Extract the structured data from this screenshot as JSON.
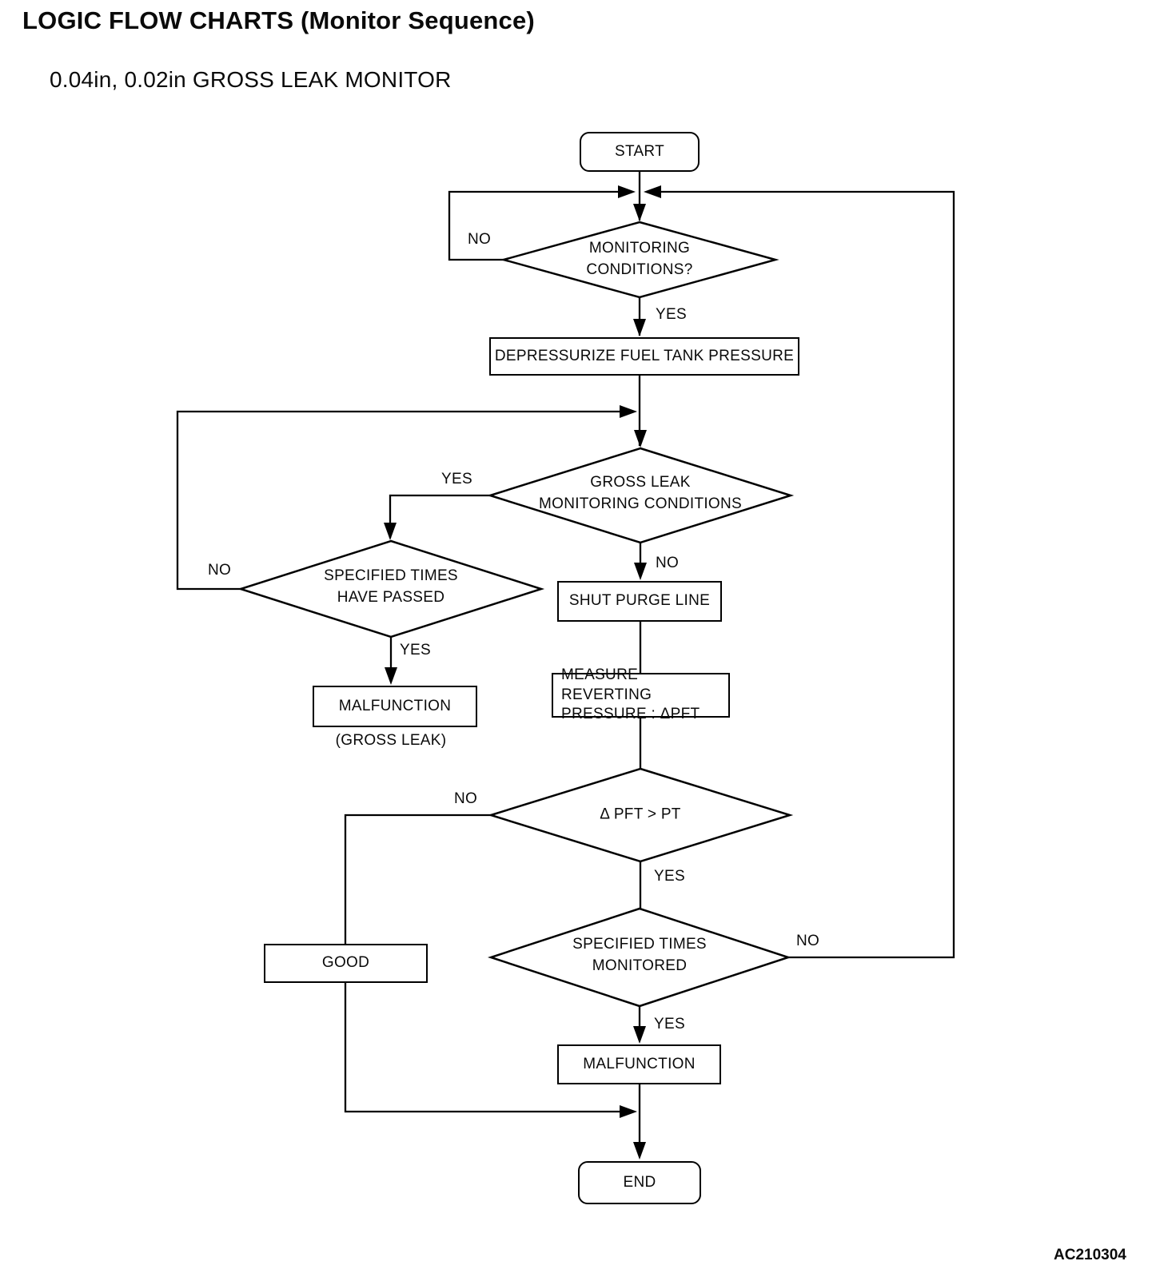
{
  "page": {
    "title": "LOGIC FLOW CHARTS (Monitor Sequence)",
    "subtitle": "0.04in, 0.02in GROSS LEAK MONITOR",
    "figure_code": "AC210304"
  },
  "labels": {
    "yes": "YES",
    "no": "NO"
  },
  "nodes": {
    "start": "START",
    "monitoring_conditions": "MONITORING\nCONDITIONS?",
    "depressurize": "DEPRESSURIZE FUEL TANK PRESSURE",
    "gross_leak_conditions": "GROSS LEAK\nMONITORING CONDITIONS",
    "specified_times_passed": "SPECIFIED TIMES\nHAVE PASSED",
    "malfunction_gross_leak": "MALFUNCTION",
    "malfunction_gross_leak_caption": "(GROSS LEAK)",
    "shut_purge_line": "SHUT PURGE LINE",
    "measure_reverting": "MEASURE REVERTING\nPRESSURE : ΔPFT",
    "dpft_gt_pt": "Δ PFT > PT",
    "specified_times_monitored": "SPECIFIED TIMES\nMONITORED",
    "good": "GOOD",
    "malfunction": "MALFUNCTION",
    "end": "END"
  },
  "edges": [
    {
      "from": "START",
      "to": "MONITORING CONDITIONS?"
    },
    {
      "from": "MONITORING CONDITIONS?",
      "label": "NO",
      "to": "MONITORING CONDITIONS? (loop back)"
    },
    {
      "from": "MONITORING CONDITIONS?",
      "label": "YES",
      "to": "DEPRESSURIZE FUEL TANK PRESSURE"
    },
    {
      "from": "DEPRESSURIZE FUEL TANK PRESSURE",
      "to": "GROSS LEAK MONITORING CONDITIONS"
    },
    {
      "from": "GROSS LEAK MONITORING CONDITIONS",
      "label": "YES",
      "to": "SPECIFIED TIMES HAVE PASSED"
    },
    {
      "from": "GROSS LEAK MONITORING CONDITIONS",
      "label": "NO",
      "to": "SHUT PURGE LINE"
    },
    {
      "from": "SPECIFIED TIMES HAVE PASSED",
      "label": "NO",
      "to": "GROSS LEAK MONITORING CONDITIONS (loop back)"
    },
    {
      "from": "SPECIFIED TIMES HAVE PASSED",
      "label": "YES",
      "to": "MALFUNCTION (GROSS LEAK)"
    },
    {
      "from": "SHUT PURGE LINE",
      "to": "MEASURE REVERTING PRESSURE : ΔPFT"
    },
    {
      "from": "MEASURE REVERTING PRESSURE : ΔPFT",
      "to": "Δ PFT > PT"
    },
    {
      "from": "Δ PFT > PT",
      "label": "NO",
      "to": "GOOD"
    },
    {
      "from": "Δ PFT > PT",
      "label": "YES",
      "to": "SPECIFIED TIMES MONITORED"
    },
    {
      "from": "SPECIFIED TIMES MONITORED",
      "label": "NO",
      "to": "MONITORING CONDITIONS? (loop back to top)"
    },
    {
      "from": "SPECIFIED TIMES MONITORED",
      "label": "YES",
      "to": "MALFUNCTION"
    },
    {
      "from": "MALFUNCTION",
      "to": "END"
    },
    {
      "from": "GOOD",
      "to": "END (merge)"
    }
  ],
  "line_color": "#000000",
  "background_color": "#ffffff"
}
